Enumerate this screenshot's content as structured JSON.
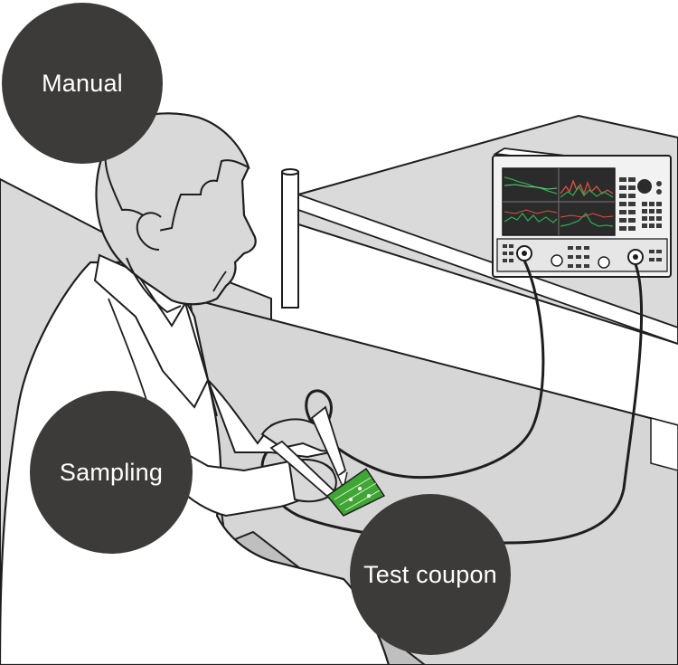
{
  "labels": {
    "manual": "Manual",
    "sampling": "Sampling",
    "test_coupon": "Test coupon"
  },
  "colors": {
    "circle_fill": "#3d3b3a",
    "circle_text": "#ffffff",
    "surface_gray": "#d9d9d9",
    "line": "#1e1e1e",
    "screen_bg": "#2b2b2b",
    "trace_green": "#2fa84f",
    "trace_red": "#e0503c",
    "pcb_green": "#3fa535"
  }
}
